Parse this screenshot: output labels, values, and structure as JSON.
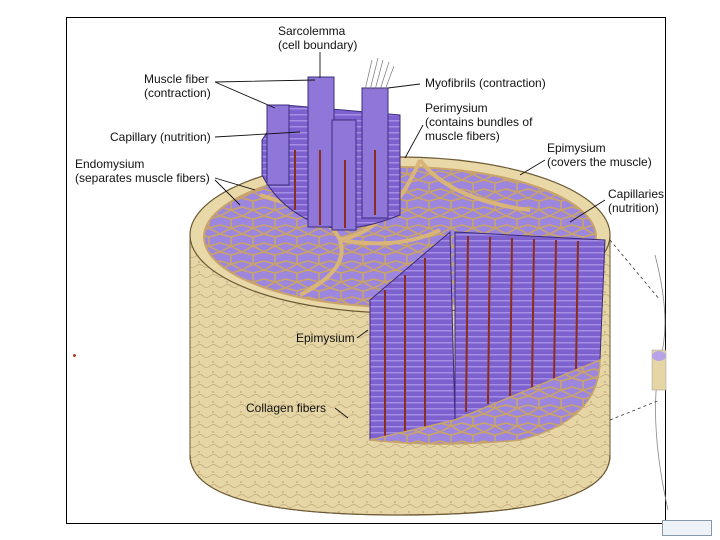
{
  "labels": {
    "sarcolemma": "Sarcolemma\n(cell boundary)",
    "muscle_fiber": "Muscle fiber\n(contraction)",
    "capillary": "Capillary (nutrition)",
    "endomysium": "Endomysium\n(separates muscle fibers)",
    "myofibrils": "Myofibrils (contraction)",
    "perimysium": "Perimysium\n(contains bundles of\nmuscle fibers)",
    "epimysium_top": "Epimysium\n(covers the muscle)",
    "capillaries": "Capillaries\n(nutrition)",
    "epimysium_inner": "Epimysium",
    "collagen": "Collagen fibers"
  },
  "colors": {
    "tissue": "#e8d8a8",
    "tissue_dark": "#c9b27a",
    "fiber": "#8a6fd6",
    "fiber_dark": "#4e3a9e",
    "septum": "#c8a368",
    "vessel": "#8b2e1e"
  }
}
